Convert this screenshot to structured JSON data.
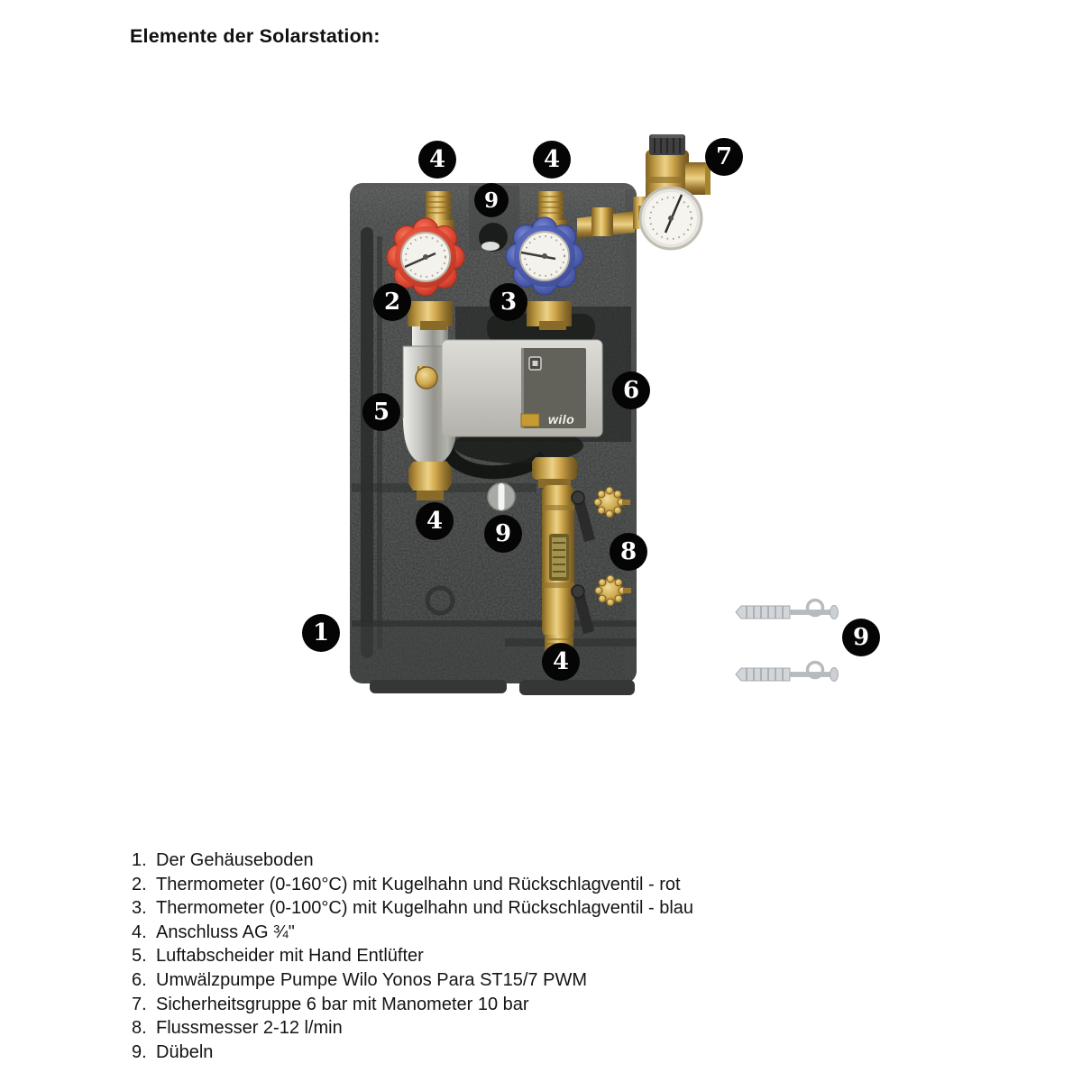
{
  "page": {
    "title": "Elemente der Solarstation:"
  },
  "station": {
    "pump_brand": "wilo"
  },
  "callouts": [
    {
      "id": "top-left-connection",
      "label": "4"
    },
    {
      "id": "top-mid-connection",
      "label": "4"
    },
    {
      "id": "safety-group",
      "label": "7"
    },
    {
      "id": "top-mount-hole",
      "label": "9"
    },
    {
      "id": "red-thermometer",
      "label": "2"
    },
    {
      "id": "blue-thermometer",
      "label": "3"
    },
    {
      "id": "air-separator",
      "label": "5"
    },
    {
      "id": "circulation-pump",
      "label": "6"
    },
    {
      "id": "mid-connection",
      "label": "4"
    },
    {
      "id": "mid-mount-hole",
      "label": "9"
    },
    {
      "id": "flow-meter",
      "label": "8"
    },
    {
      "id": "housing-base",
      "label": "1"
    },
    {
      "id": "bottom-connection",
      "label": "4"
    },
    {
      "id": "wall-plugs",
      "label": "9"
    }
  ],
  "legend": {
    "items": [
      {
        "num": "1.",
        "text": "Der Gehäuseboden"
      },
      {
        "num": "2.",
        "text": "Thermometer (0-160°C) mit Kugelhahn und Rückschlagventil - rot"
      },
      {
        "num": "3.",
        "text": "Thermometer (0-100°C) mit Kugelhahn und Rückschlagventil - blau"
      },
      {
        "num": "4.",
        "text": "Anschluss AG ¾\""
      },
      {
        "num": "5.",
        "text": "Luftabscheider mit Hand Entlüfter"
      },
      {
        "num": "6.",
        "text": "Umwälzpumpe Pumpe Wilo Yonos Para ST15/7 PWM"
      },
      {
        "num": "7.",
        "text": "Sicherheitsgruppe 6 bar mit Manometer 10 bar"
      },
      {
        "num": "8.",
        "text": "Flussmesser 2-12 l/min"
      },
      {
        "num": "9.",
        "text": "Dübeln"
      }
    ]
  },
  "colors": {
    "housing": "#383b39",
    "thermometer_red": "#d84533",
    "thermometer_blue": "#5262b4",
    "brass": "#cfa94e",
    "callout_bg": "#050505",
    "callout_text": "#ffffff"
  }
}
